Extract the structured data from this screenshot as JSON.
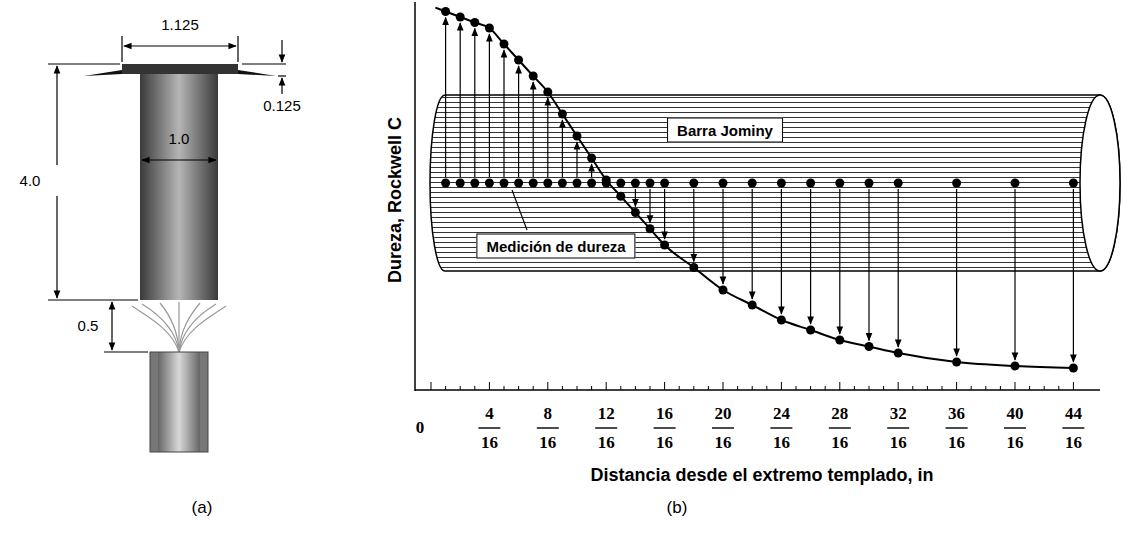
{
  "diagram": {
    "nodes": [
      {
        "text": [
          "Barra Jominy"
        ]
      },
      {
        "text": [
          "Medición de dureza"
        ]
      }
    ],
    "labels": [
      "1.125",
      "0.125",
      "4.0",
      "1.0",
      "0.5",
      "Dureza, Rockwell C",
      "0",
      "4",
      "16",
      "8",
      "16",
      "12",
      "16",
      "16",
      "16",
      "20",
      "16",
      "24",
      "16",
      "28",
      "16",
      "32",
      "16",
      "36",
      "16",
      "40",
      "16",
      "44",
      "16",
      "Distancia desde el extremo templado, in",
      "(a)",
      "(b)"
    ]
  }
}
